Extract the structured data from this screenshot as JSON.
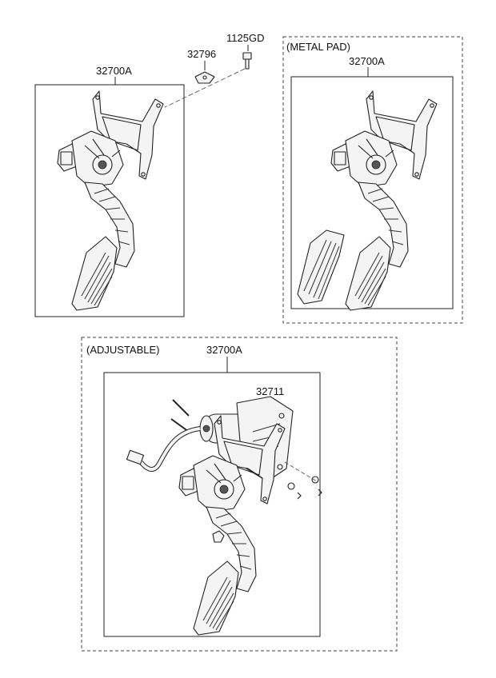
{
  "labels": {
    "left_assy": "32700A",
    "bracket_plate": "32796",
    "bolt": "1125GD",
    "metal_pad_title": "(METAL PAD)",
    "metal_pad_assy": "32700A",
    "adjustable_title": "(ADJUSTABLE)",
    "adjustable_assy": "32700A",
    "actuator": "32711"
  },
  "icons": {
    "pedal_assembly": "accelerator-pedal-icon",
    "metal_pad": "metal-pad-icon",
    "actuator_motor": "actuator-motor-icon",
    "cable": "cable-harness-icon",
    "bolt": "bolt-icon",
    "plate": "plate-icon",
    "nut": "nut-icon"
  }
}
